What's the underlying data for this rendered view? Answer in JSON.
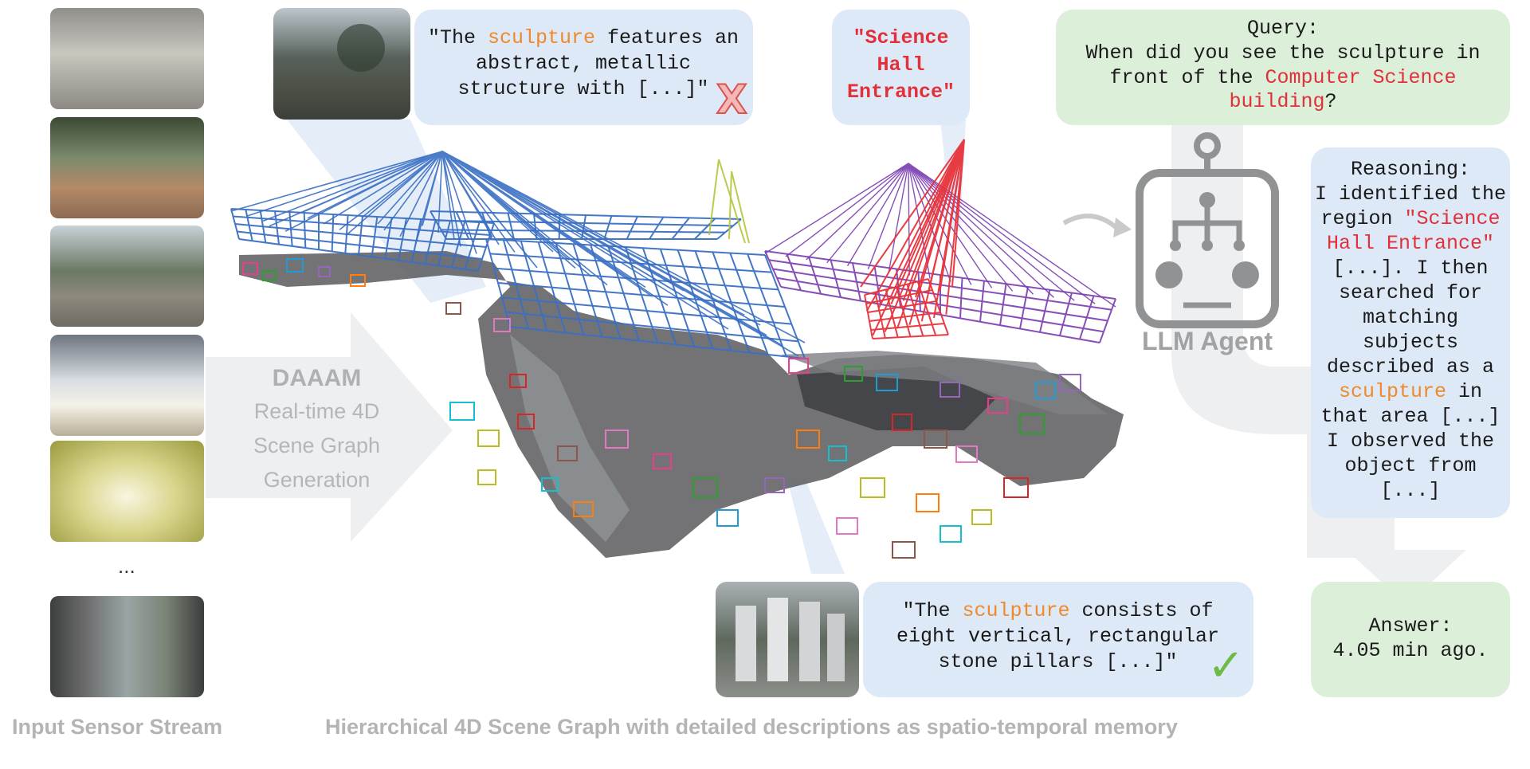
{
  "sensor_stream": {
    "ellipsis": "...",
    "caption": "Input Sensor Stream"
  },
  "pipeline": {
    "name": "DAAAM",
    "line1": "Real-time 4D",
    "line2": "Scene Graph",
    "line3": "Generation"
  },
  "bubble_wrong": {
    "l1_pre": "\"The ",
    "l1_hl": "sculpture",
    "l1_post": " features an",
    "l2": "abstract, metallic",
    "l3": "structure with [...]\"",
    "mark": "X"
  },
  "region_label": {
    "l1": "\"Science",
    "l2": "Hall",
    "l3": "Entrance\""
  },
  "query": {
    "title": "Query:",
    "l1": "When did you see the sculpture in",
    "l2_pre": "front of the ",
    "l2_hl": "Computer Science",
    "l3_hl": "building",
    "l3_post": "?"
  },
  "agent": {
    "label": "LLM Agent"
  },
  "reasoning": {
    "title": "Reasoning:",
    "l1": "I identified the",
    "l2_pre": "region ",
    "l2_hl": "\"Science",
    "l3_hl": "Hall Entrance\"",
    "l4": "[...]. I then",
    "l5": "searched for",
    "l6": "matching",
    "l7": "subjects",
    "l8": "described as a",
    "l9_hl": "sculpture",
    "l9_post": " in",
    "l10": "that area [...]",
    "l11": "I observed the",
    "l12": "object from",
    "l13": "[...]"
  },
  "bubble_right": {
    "l1_pre": "\"The ",
    "l1_hl": "sculpture",
    "l1_post": " consists of",
    "l2": "eight vertical, rectangular",
    "l3": "stone pillars [...]\"",
    "mark": "✓"
  },
  "answer": {
    "title": "Answer:",
    "value": "4.05 min ago."
  },
  "graph_caption": "Hierarchical 4D Scene Graph with detailed descriptions as spatio-temporal memory",
  "colors": {
    "bubble_blue": "#dde9f6",
    "bubble_green": "#dcefd9",
    "graph_blue": "#3a6fc4",
    "graph_red": "#e8333b",
    "graph_purple": "#7a3bb0",
    "highlight_orange": "#f0892b",
    "highlight_red": "#e2303a",
    "wrong_mark": "#d9534f",
    "right_mark": "#6dbb45"
  }
}
